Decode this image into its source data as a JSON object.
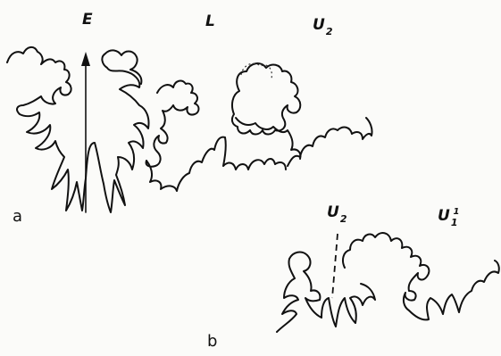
{
  "labels": {
    "E": "E",
    "L": "L",
    "U2_top": {
      "main": "U",
      "sub": "2"
    },
    "U2_bottom": {
      "main": "U",
      "sub": "2"
    },
    "U1_1": {
      "main": "U",
      "sub": "1",
      "sup": "1"
    },
    "panel_a": "a",
    "panel_b": "b"
  },
  "colors": {
    "ink": "#111111",
    "paper": "#fbfbf9"
  }
}
